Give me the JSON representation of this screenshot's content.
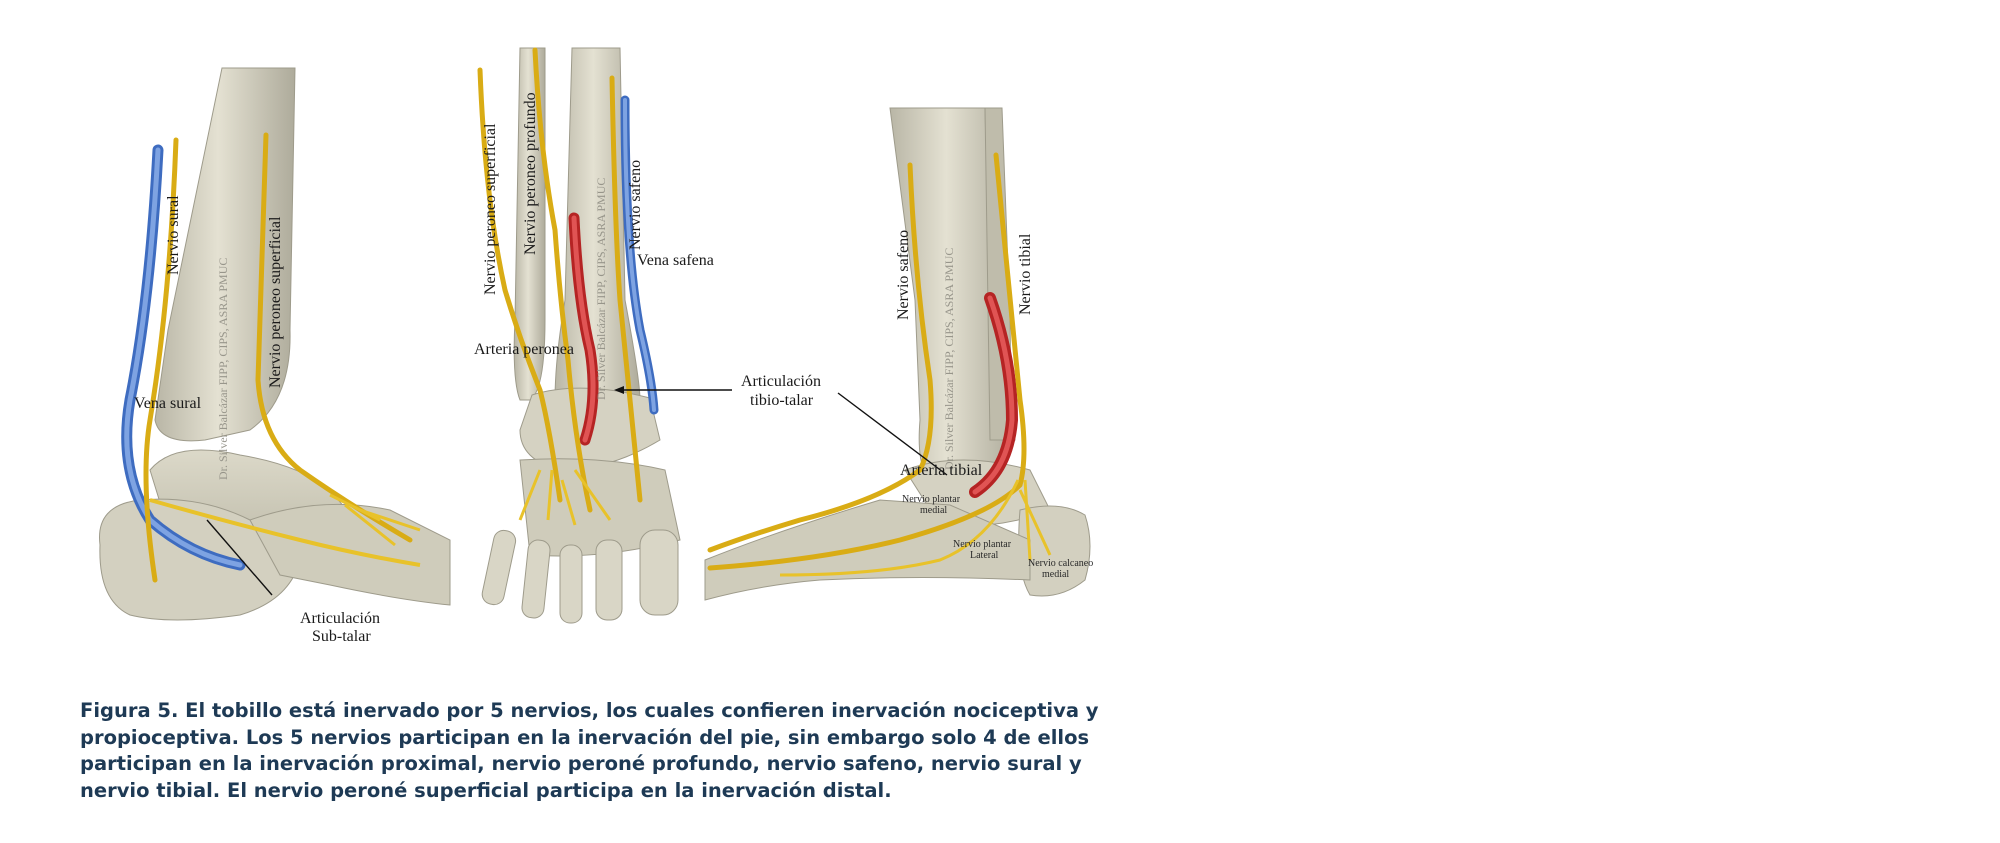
{
  "figure": {
    "panels": [
      {
        "id": "lateral",
        "labels": {
          "nervio_sural": "Nervio sural",
          "nervio_peroneo_superficial": "Nervio peroneo superficial",
          "vena_sural": "Vena sural",
          "articulacion_line1": "Articulación",
          "articulacion_line2": "Sub-talar"
        },
        "watermark": "Dr. Silver Balcázar FIPP, CIPS, ASRA PMUC"
      },
      {
        "id": "anterior",
        "labels": {
          "nervio_peroneo_superficial": "Nervio peroneo superficial",
          "nervio_peroneo_profundo": "Nervio peroneo profundo",
          "nervio_safeno": "Nervio safeno",
          "vena_safena": "Vena safena",
          "arteria_peronea": "Arteria peronea",
          "articulacion_line1": "Articulación",
          "articulacion_line2": "tibio-talar"
        },
        "watermark": "Dr. Silver Balcázar FIPP, CIPS, ASRA PMUC"
      },
      {
        "id": "medial",
        "labels": {
          "nervio_safeno": "Nervio safeno",
          "nervio_tibial": "Nervio tibial",
          "arteria_tibial": "Arteria tibial",
          "plantar_medial_line1": "Nervio plantar",
          "plantar_medial_line2": "medial",
          "plantar_lateral_line1": "Nervio plantar",
          "plantar_lateral_line2": "Lateral",
          "calcaneo_line1": "Nervio calcaneo",
          "calcaneo_line2": "medial"
        },
        "watermark": "Dr. Silver Balcázar FIPP, CIPS, ASRA PMUC"
      }
    ],
    "colors": {
      "nerve": "#e8c22a",
      "vein": "#5b86d0",
      "artery": "#d63a3a",
      "bone": "#d9d6c6"
    },
    "caption": "Figura 5. El tobillo está inervado por 5 nervios, los cuales confieren inervación nociceptiva y propioceptiva. Los 5 nervios participan en la inervación del pie, sin embargo solo 4 de ellos participan en la inervación proximal, nervio peroné profundo, nervio safeno, nervio sural y nervio tibial. El nervio peroné superficial participa en la inervación distal."
  }
}
